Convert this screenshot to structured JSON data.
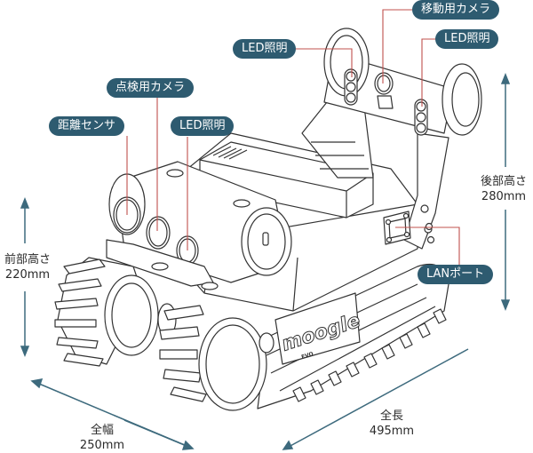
{
  "title": "moogle robot component diagram",
  "colors": {
    "label_bg": "#2e5b70",
    "leader_line": "#c0504d",
    "dimension_arrow": "#3d6a7d",
    "outline": "#333333"
  },
  "robot": {
    "brand_logo": "moogle",
    "brand_sub": "EVO"
  },
  "labels": [
    {
      "id": "drive-camera",
      "text": "移動用カメラ"
    },
    {
      "id": "led-rear-left",
      "text": "LED照明"
    },
    {
      "id": "led-rear-right",
      "text": "LED照明"
    },
    {
      "id": "inspection-camera",
      "text": "点検用カメラ"
    },
    {
      "id": "distance-sensor",
      "text": "距離センサ"
    },
    {
      "id": "led-front",
      "text": "LED照明"
    },
    {
      "id": "lan-port",
      "text": "LANポート"
    }
  ],
  "dimensions": {
    "front_height": {
      "label": "前部高さ",
      "value": "220mm"
    },
    "rear_height": {
      "label": "後部高さ",
      "value": "280mm"
    },
    "width": {
      "label": "全幅",
      "value": "250mm"
    },
    "length": {
      "label": "全長",
      "value": "495mm"
    }
  }
}
